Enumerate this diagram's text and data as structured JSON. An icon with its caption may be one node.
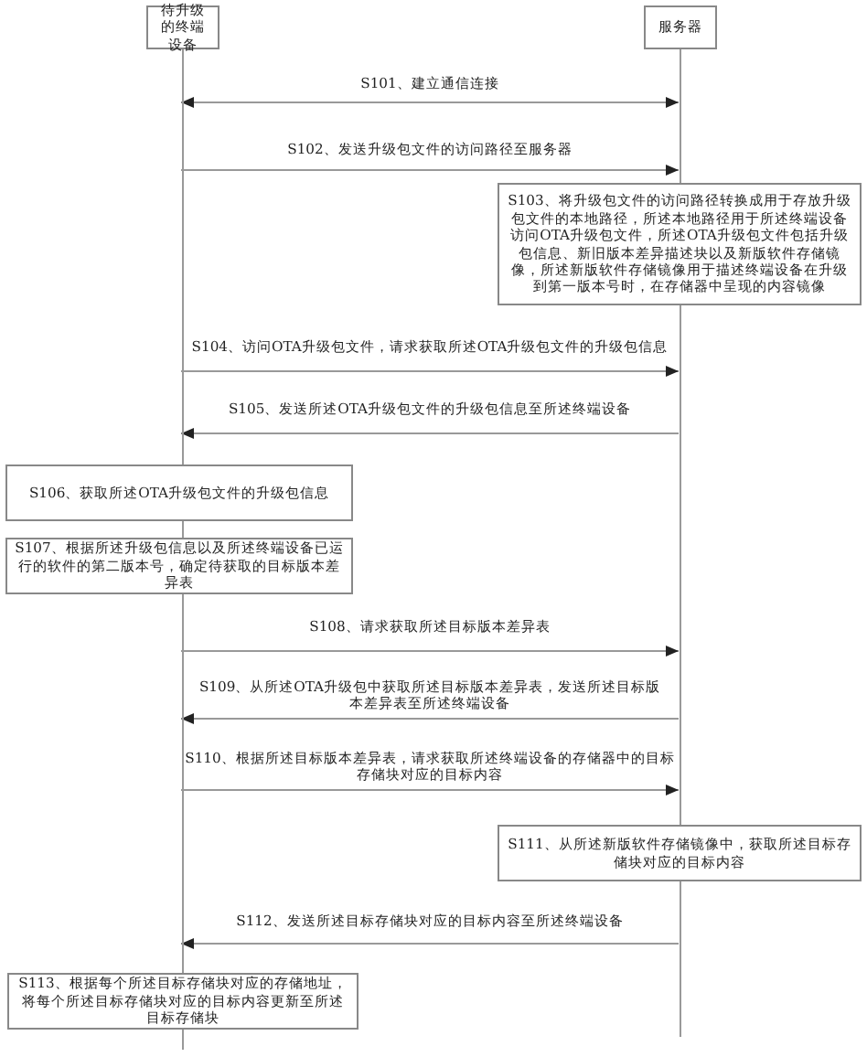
{
  "diagram": {
    "nodes": [
      {
        "text": [
          "待升级的终端设备"
        ]
      },
      {
        "text": [
          "服务器"
        ]
      },
      {
        "text": [
          "S103、将升级包文件的访问路径转换成用于存放升级包文件的本地路径，所述本地路径用于所述终端设备访问OTA升级包文件，所述OTA升级包文件包括升级包信息、新旧版本差异描述块以及新版软件存储镜像，所述新版软件存储镜像用于描述终端设备在升级到第一版本号时，在存储器中呈现的内容镜像"
        ]
      },
      {
        "text": [
          "S106、获取所述OTA升级包文件的升级包信息"
        ]
      },
      {
        "text": [
          "S107、根据所述升级包信息以及所述终端设备已运行的软件的第二版本号，确定待获取的目标版本差异表"
        ]
      },
      {
        "text": [
          "S111、从所述新版软件存储镜像中，获取所述目标存储块对应的目标内容"
        ]
      },
      {
        "text": [
          "S113、根据每个所述目标存储块对应的存储地址，将每个所述目标存储块对应的目标内容更新至所述目标存储块"
        ]
      }
    ],
    "edges": [
      {
        "from": 0,
        "to": 1,
        "arrow": "both",
        "label": "S101、建立通信连接"
      },
      {
        "from": 0,
        "to": 1,
        "arrow": "to",
        "label": "S102、发送升级包文件的访问路径至服务器"
      },
      {
        "from": 0,
        "to": 1,
        "arrow": "to",
        "label": "S104、访问OTA升级包文件，请求获取所述OTA升级包文件的升级包信息"
      },
      {
        "from": 1,
        "to": 0,
        "arrow": "to",
        "label": "S105、发送所述OTA升级包文件的升级包信息至所述终端设备"
      },
      {
        "from": 0,
        "to": 1,
        "arrow": "to",
        "label": "S108、请求获取所述目标版本差异表"
      },
      {
        "from": 1,
        "to": 0,
        "arrow": "to",
        "label": "S109、从所述OTA升级包中获取所述目标版本差异表，发送所述目标版本差异表至所述终端设备"
      },
      {
        "from": 0,
        "to": 1,
        "arrow": "to",
        "label": "S110、根据所述目标版本差异表，请求获取所述终端设备的存储器中的目标存储块对应的目标内容"
      },
      {
        "from": 1,
        "to": 0,
        "arrow": "to",
        "label": "S112、发送所述目标存储块对应的目标内容至所述终端设备"
      }
    ]
  }
}
